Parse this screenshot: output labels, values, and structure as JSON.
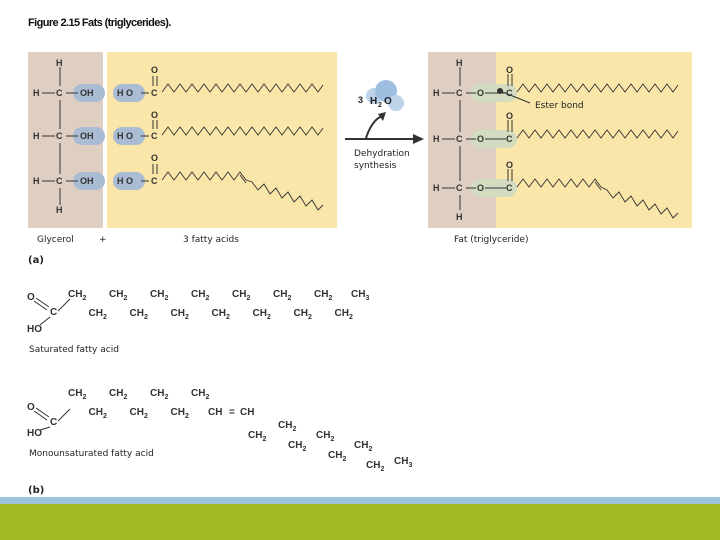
{
  "title": "Figure 2.15 Fats (triglycerides).",
  "panel_a": {
    "water_coef": "3",
    "water_h": "H",
    "water_sub": "2",
    "water_o": "O",
    "reaction_label_1": "Dehydration",
    "reaction_label_2": "synthesis",
    "ester_bond_label": "Ester bond",
    "glycerol_label": "Glycerol",
    "plus_label": "+",
    "fatty_acids_label": "3 fatty acids",
    "fat_label": "Fat (triglyceride)",
    "panel_letter": "(a)",
    "atom_h": "H",
    "atom_c": "C",
    "atom_o": "O",
    "group_oh": "OH",
    "group_ho": "H O"
  },
  "panel_b": {
    "saturated_label": "Saturated fatty acid",
    "mono_label": "Monounsaturated fatty acid",
    "panel_letter": "(b)",
    "ch2": "CH",
    "sub2": "2",
    "ch3": "CH",
    "sub3": "3",
    "ch": "CH",
    "ho": "HO",
    "o": "O",
    "c": "C"
  },
  "colors": {
    "glycerol_bg": "#dfcfc3",
    "acid_bg": "#fae6a8",
    "oh_pill": "#a9bcd3",
    "ester_pill": "#d3dbc0",
    "bar_blue": "#9ec3df",
    "bar_green": "#a2b923"
  }
}
